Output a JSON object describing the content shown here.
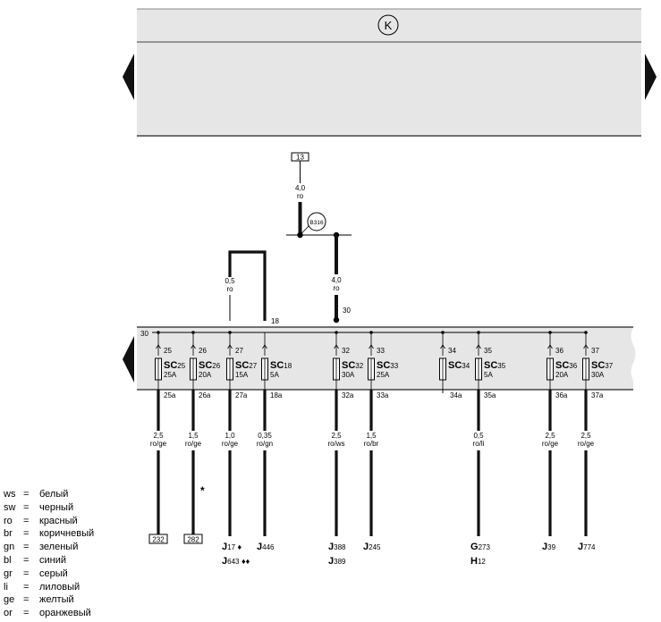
{
  "header": {
    "symbol": "K"
  },
  "terminal_box": {
    "label": "13",
    "wire_size": "4,0",
    "wire_color": "ro",
    "splice": "B316",
    "feed": "30"
  },
  "bridge_wire": {
    "size": "0,5",
    "color": "ro",
    "pin": "18"
  },
  "fuse_box": {
    "rail_label": "30"
  },
  "fuses": [
    {
      "pin": "25",
      "name": "SC",
      "num": "25",
      "rating": "25A",
      "out": "25a",
      "size": "2,5",
      "color": "ro/ge"
    },
    {
      "pin": "26",
      "name": "SC",
      "num": "26",
      "rating": "20A",
      "out": "26a",
      "size": "1,5",
      "color": "ro/ge"
    },
    {
      "pin": "27",
      "name": "SC",
      "num": "27",
      "rating": "15A",
      "out": "27a",
      "size": "1,0",
      "color": "ro/ge"
    },
    {
      "pin": "",
      "name": "SC",
      "num": "18",
      "rating": "5A",
      "out": "18a",
      "size": "0,35",
      "color": "ro/gn"
    },
    {
      "pin": "32",
      "name": "SC",
      "num": "32",
      "rating": "30A",
      "out": "32a",
      "size": "2,5",
      "color": "ro/ws"
    },
    {
      "pin": "33",
      "name": "SC",
      "num": "33",
      "rating": "25A",
      "out": "33a",
      "size": "1,5",
      "color": "ro/br"
    },
    {
      "pin": "34",
      "name": "SC",
      "num": "34",
      "rating": "",
      "out": "34a",
      "size": "",
      "color": ""
    },
    {
      "pin": "35",
      "name": "SC",
      "num": "35",
      "rating": "5A",
      "out": "35a",
      "size": "0,5",
      "color": "ro/li"
    },
    {
      "pin": "36",
      "name": "SC",
      "num": "36",
      "rating": "20A",
      "out": "36a",
      "size": "2,5",
      "color": "ro/ge"
    },
    {
      "pin": "37",
      "name": "SC",
      "num": "37",
      "rating": "30A",
      "out": "37a",
      "size": "2,5",
      "color": "ro/ge"
    }
  ],
  "endpoints": [
    {
      "type": "box",
      "label": "232"
    },
    {
      "type": "box",
      "label": "282",
      "note": "*"
    },
    {
      "type": "comp",
      "l1": "J",
      "s1": "17",
      "m1": "♦",
      "l2": "J",
      "s2": "643",
      "m2": "♦♦"
    },
    {
      "type": "comp",
      "l1": "J",
      "s1": "446"
    },
    {
      "type": "comp",
      "l1": "J",
      "s1": "388",
      "l2": "J",
      "s2": "389"
    },
    {
      "type": "comp",
      "l1": "J",
      "s1": "245"
    },
    {
      "type": "comp",
      "l1": "G",
      "s1": "273",
      "l2": "H",
      "s2": "12"
    },
    {
      "type": "comp",
      "l1": "J",
      "s1": "39"
    },
    {
      "type": "comp",
      "l1": "J",
      "s1": "774"
    }
  ],
  "legend": [
    {
      "code": "ws",
      "eq": "=",
      "name": "белый"
    },
    {
      "code": "sw",
      "eq": "=",
      "name": "черный"
    },
    {
      "code": "ro",
      "eq": "=",
      "name": "красный"
    },
    {
      "code": "br",
      "eq": "=",
      "name": "коричневый"
    },
    {
      "code": "gn",
      "eq": "=",
      "name": "зеленый"
    },
    {
      "code": "bl",
      "eq": "=",
      "name": "синий"
    },
    {
      "code": "gr",
      "eq": "=",
      "name": "серый"
    },
    {
      "code": "li",
      "eq": "=",
      "name": "лиловый"
    },
    {
      "code": "ge",
      "eq": "=",
      "name": "желтый"
    },
    {
      "code": "or",
      "eq": "=",
      "name": "оранжевый"
    }
  ]
}
